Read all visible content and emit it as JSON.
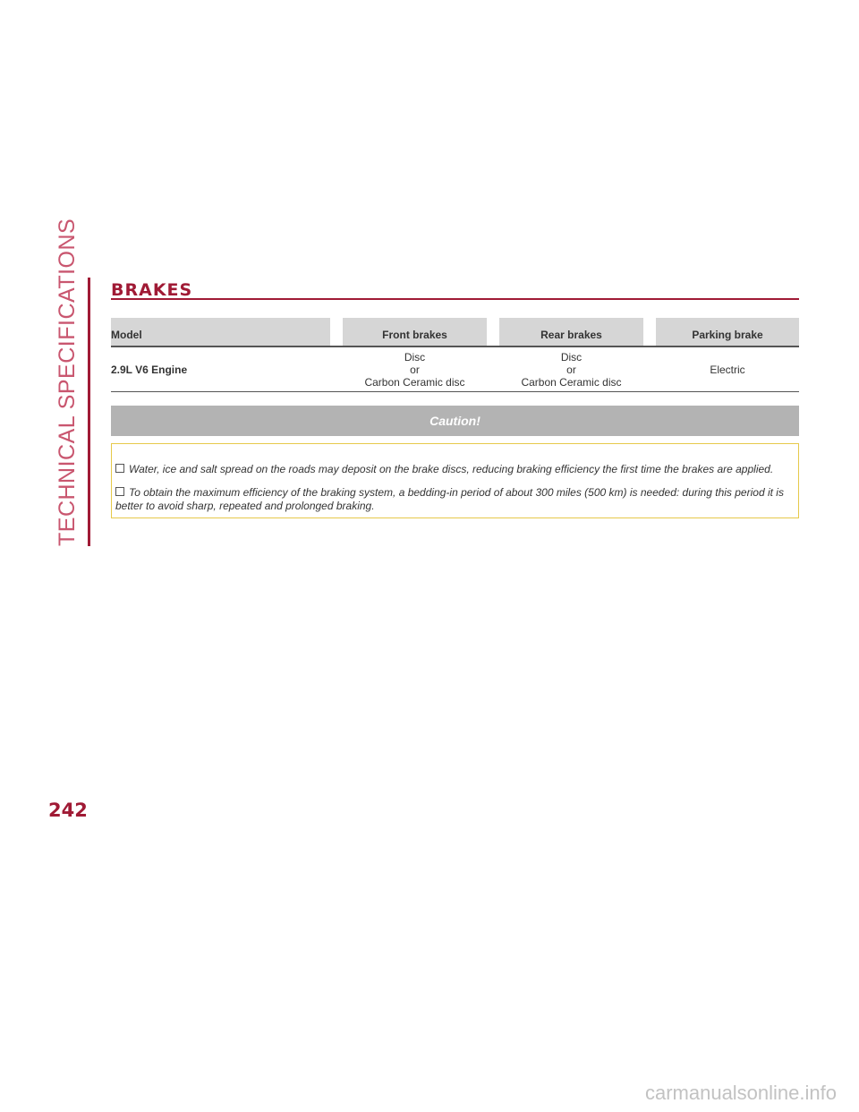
{
  "side_tab": {
    "label": "TECHNICAL SPECIFICATIONS"
  },
  "section": {
    "title": "BRAKES"
  },
  "table": {
    "headers": {
      "model": "Model",
      "front": "Front brakes",
      "rear": "Rear brakes",
      "parking": "Parking brake"
    },
    "rows": [
      {
        "model": "2.9L V6 Engine",
        "front": [
          "Disc",
          "or",
          "Carbon Ceramic disc"
        ],
        "rear": [
          "Disc",
          "or",
          "Carbon Ceramic disc"
        ],
        "parking": "Electric"
      }
    ]
  },
  "caution": {
    "title": "Caution!",
    "items": [
      "Water, ice and salt spread on the roads may deposit on the brake discs, reducing braking efficiency the first time the brakes are applied.",
      "To obtain the maximum efficiency of the braking system, a bedding-in period of about 300 miles (500 km) is needed: during this period it is better to avoid sharp, repeated and prolonged braking."
    ]
  },
  "page_number": "242",
  "watermark": "carmanualsonline.info",
  "colors": {
    "accent": "#a01a35",
    "side_text": "#c9566f",
    "header_bg": "#d6d6d6",
    "caution_bar": "#b3b3b3",
    "caution_border": "#e6c94a"
  }
}
